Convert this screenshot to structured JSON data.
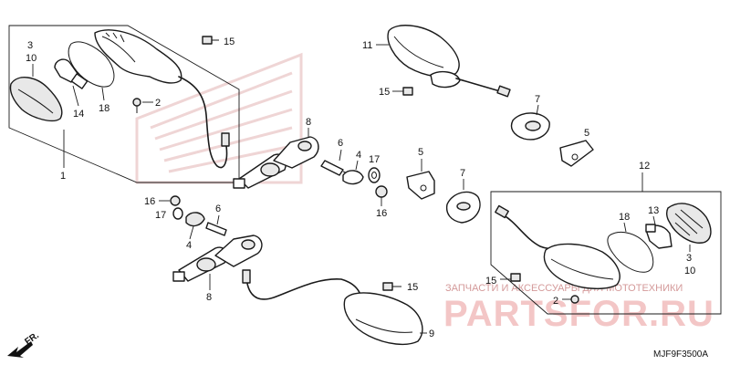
{
  "callouts": {
    "c1": "1",
    "c2a": "2",
    "c2b": "2",
    "c3a": "3",
    "c3b": "3",
    "c4a": "4",
    "c4b": "4",
    "c5a": "5",
    "c5b": "5",
    "c6a": "6",
    "c6b": "6",
    "c7a": "7",
    "c7b": "7",
    "c8a": "8",
    "c8b": "8",
    "c9": "9",
    "c10a": "10",
    "c10b": "10",
    "c11": "11",
    "c12": "12",
    "c13": "13",
    "c14": "14",
    "c15a": "15",
    "c15b": "15",
    "c15c": "15",
    "c16a": "16",
    "c16b": "16",
    "c17a": "17",
    "c17b": "17",
    "c18a": "18",
    "c18b": "18"
  },
  "direction_label": "FR.",
  "diagram_code": "MJF9F3500A",
  "watermark": {
    "tagline": "ЗАПЧАСТИ И АКСЕССУАРЫ ДЛЯ МОТОТЕХНИКИ",
    "brand": "PARTSFOR.RU"
  },
  "colors": {
    "line": "#1a1a1a",
    "watermark": "#f3c6c6"
  }
}
